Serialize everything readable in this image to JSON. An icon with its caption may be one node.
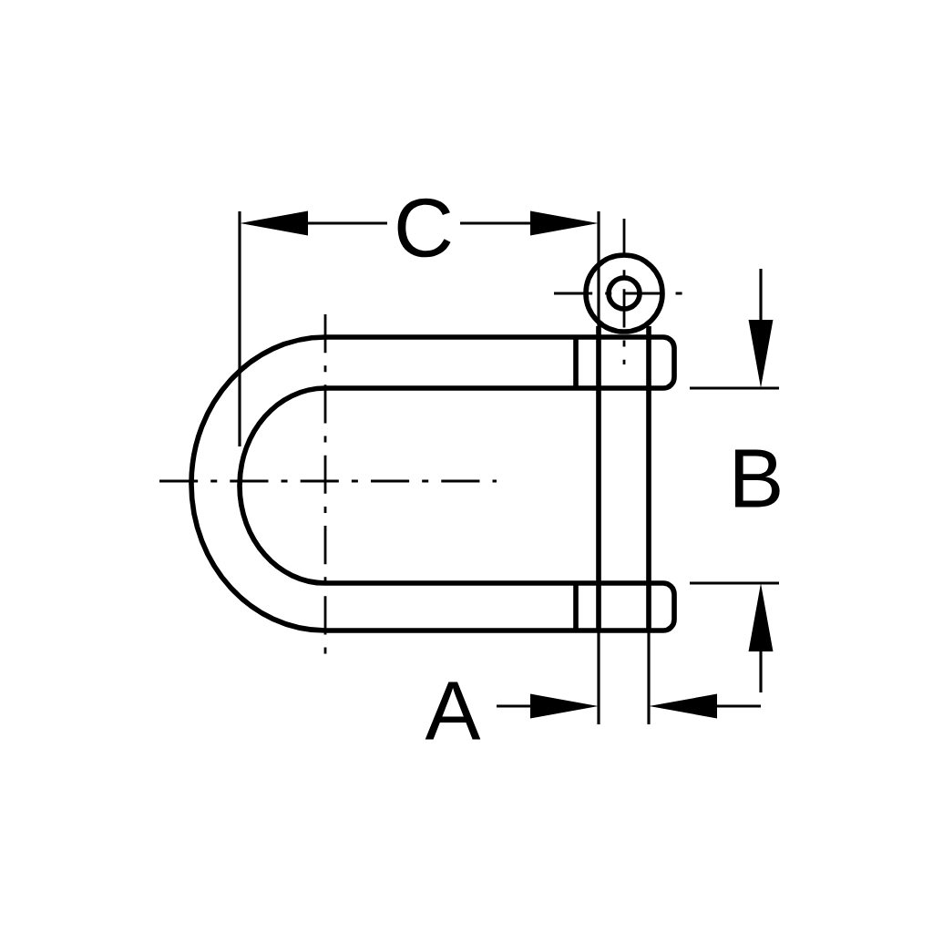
{
  "diagram": {
    "labels": [
      "C",
      "B",
      "A"
    ]
  }
}
